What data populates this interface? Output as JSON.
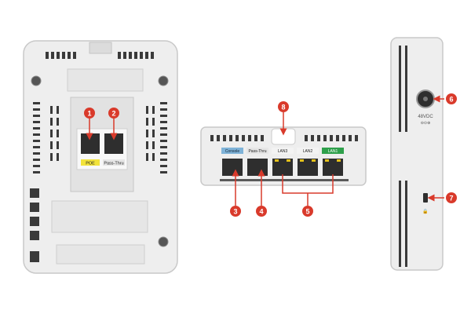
{
  "colors": {
    "callout": "#d93a2b",
    "device_body": "#eeeeee",
    "device_edge": "#c9c9c9",
    "port_dark": "#2e2e2e",
    "label_poe": "#f2e33a",
    "label_console": "#7fb3d8",
    "label_pass_thru": "#e6e6e6",
    "label_lan3": "#f3f3f3",
    "label_lan2": "#f3f3f3",
    "label_lan1": "#2ea04b",
    "led": "#e5c21a"
  },
  "back_view": {
    "ports": [
      {
        "callout": "1",
        "label": "POE"
      },
      {
        "callout": "2",
        "label": "Pass-Thru"
      }
    ]
  },
  "front_view": {
    "port_labels": [
      "Console",
      "Pass-Thru",
      "LAN3",
      "LAN2",
      "LAN1"
    ],
    "callouts": [
      {
        "number": "8"
      },
      {
        "number": "3"
      },
      {
        "number": "4"
      },
      {
        "number": "5"
      }
    ]
  },
  "side_view": {
    "power_label_line1": "48VDC",
    "power_label_line2": "⊖⊙⊕",
    "lock_symbol": "🔒",
    "callouts": [
      {
        "number": "6"
      },
      {
        "number": "7"
      }
    ]
  }
}
